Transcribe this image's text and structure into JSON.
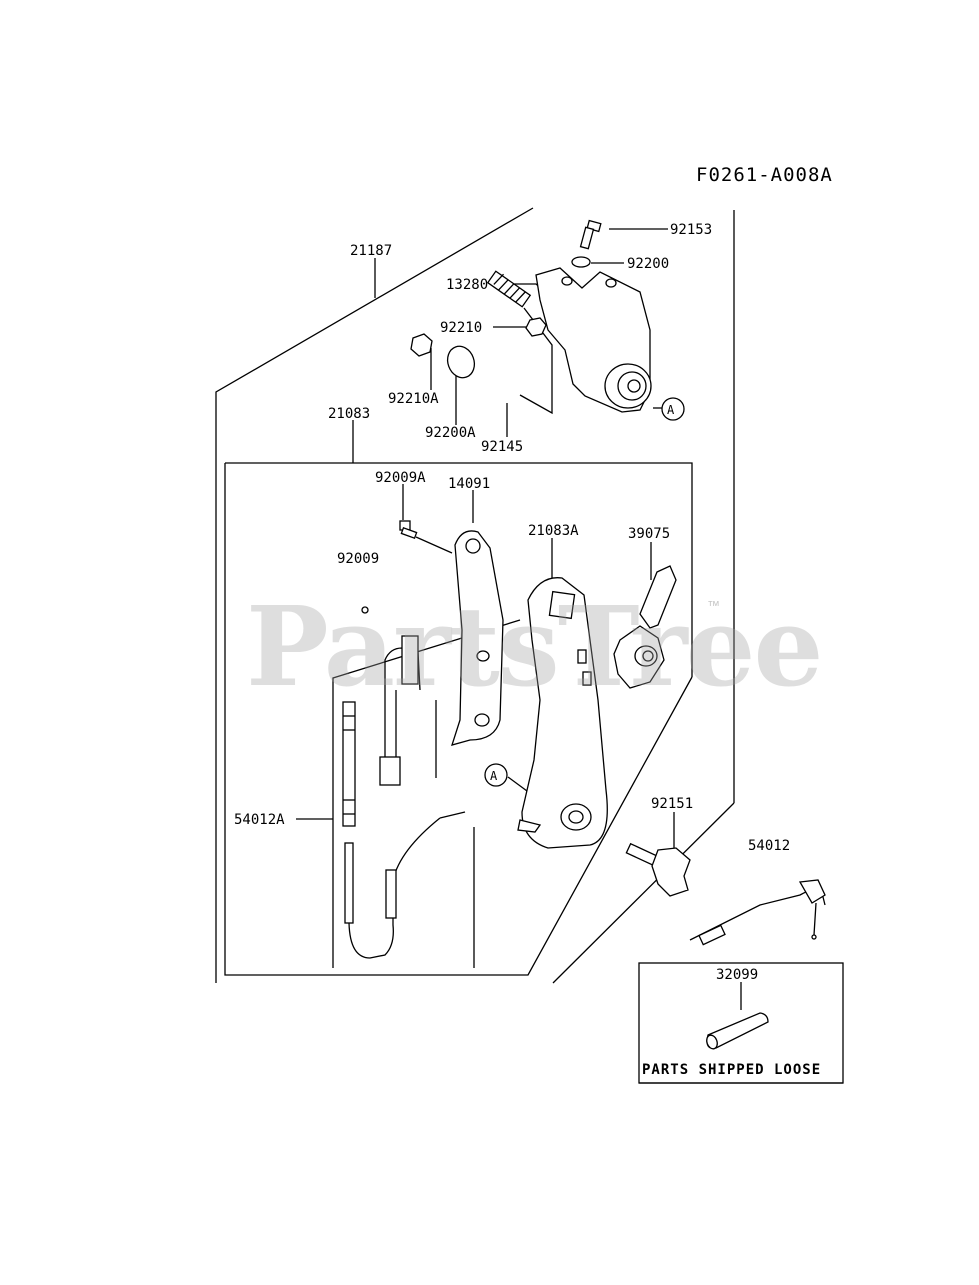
{
  "diagram_id": "F0261-A008A",
  "watermark": "PartsTree",
  "watermark_tm": "™",
  "loose_box_label": "PARTS SHIPPED LOOSE",
  "callout_letter": "A",
  "parts": {
    "p21187": "21187",
    "p92153": "92153",
    "p92200": "92200",
    "p13280": "13280",
    "p92210": "92210",
    "p92210A": "92210A",
    "p92200A": "92200A",
    "p92145": "92145",
    "p21083": "21083",
    "p92009A": "92009A",
    "p14091": "14091",
    "p21083A": "21083A",
    "p39075": "39075",
    "p92009": "92009",
    "p54012A": "54012A",
    "p92151": "92151",
    "p54012": "54012",
    "p32099": "32099"
  }
}
